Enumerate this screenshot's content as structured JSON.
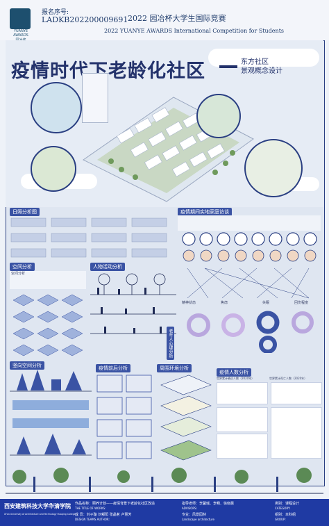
{
  "header": {
    "logo_line1": "YUANYE",
    "logo_line2": "AWARDS",
    "logo_line3": "园冶奖",
    "reg_label": "报名序号:",
    "reg_number": "LADKB202200009691",
    "competition_cn": "2022 园冶杯大学生国际竞赛",
    "competition_en": "2022 YUANYE AWARDS International Competition for  Students"
  },
  "poster": {
    "main_title": "疫情时代下老龄化社区",
    "subtitle_line1": "东方社区",
    "subtitle_line2": "景观概念设计",
    "sections": {
      "sunlight": "日照分析图",
      "interview": "疫情期间实地家庭访谈",
      "space": "空间分析",
      "activity": "人物活动分析",
      "vertical": "竖向空间分析",
      "before_after": "疫情前后分析",
      "environment": "周围环境分析",
      "population": "疫情人数分析",
      "elderly_psych": "老年人心理分析"
    },
    "interview_categories": [
      "精神状态",
      "焦虑",
      "失眠",
      "回伤程度"
    ],
    "space_note_title": "空间分析",
    "population_legend_1": "世界累计确诊人数（2020年）",
    "population_legend_2": "世界累计死亡人数（2020年）"
  },
  "footer": {
    "school": "西安建筑科技大学华清学院",
    "school_en": "Xi'an University of Architecture and Technology Huaqing College",
    "work_name_label": "作品名称：",
    "work_name": "颐养计划——疫情背景下老龄化社区改造",
    "work_en_label": "THE TITLE OF WORKS:",
    "team_label": "成  员：",
    "team": "刘子璇 刘郁阳 张晶茗 卢慧芳",
    "team_en_label": "DESIGN TEAMS AUTHOR:",
    "advisor_label": "指导老师：",
    "advisor": "李馨瑶、李畅、徐晓晨",
    "advisor_en_label": "ADVISORS:",
    "major_label": "专业：",
    "major": "风景园林",
    "major_en": "Landscape architecture",
    "category_label": "类别：",
    "category": "课程设计",
    "category_en_label": "CATEGORY:",
    "group_label": "组别：",
    "group": "本科组",
    "group_en_label": "GROUP:"
  }
}
